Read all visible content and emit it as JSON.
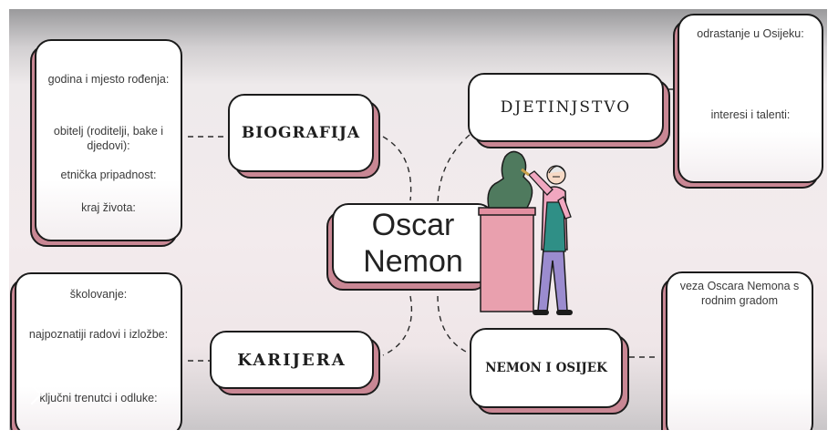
{
  "center": {
    "line1": "Oscar",
    "line2": "Nemon"
  },
  "topics": {
    "biografija": "BIOGRAFIJA",
    "djetinjstvo": "DJETINJSTVO",
    "karijera": "KARIJERA",
    "nemon_osijek": "NEMON I OSIJEK"
  },
  "biografija_notes": [
    "godina i mjesto rođenja:",
    "obitelj (roditelji, bake i",
    "djedovi):",
    "etnička pripadnost:",
    "kraj života:"
  ],
  "djetinjstvo_notes": [
    "odrastanje u Osijeku:",
    "interesi i talenti:"
  ],
  "karijera_notes": [
    "školovanje:",
    "najpoznatiji radovi i izložbe:",
    "ključni trenutci i odluke:"
  ],
  "osijek_notes": [
    "veza Oscara Nemona s",
    "rodnim gradom"
  ],
  "colors": {
    "card_shadow": "#c98794",
    "border": "#1b1b1b",
    "pedestal": "#e9a0ae",
    "bust": "#4f7a5e",
    "shirt": "#f1a7c0",
    "apron": "#2f8f86",
    "trousers": "#9b8ccf"
  },
  "icons": [
    "sculptor-illustration",
    "chevron-right-icon"
  ]
}
